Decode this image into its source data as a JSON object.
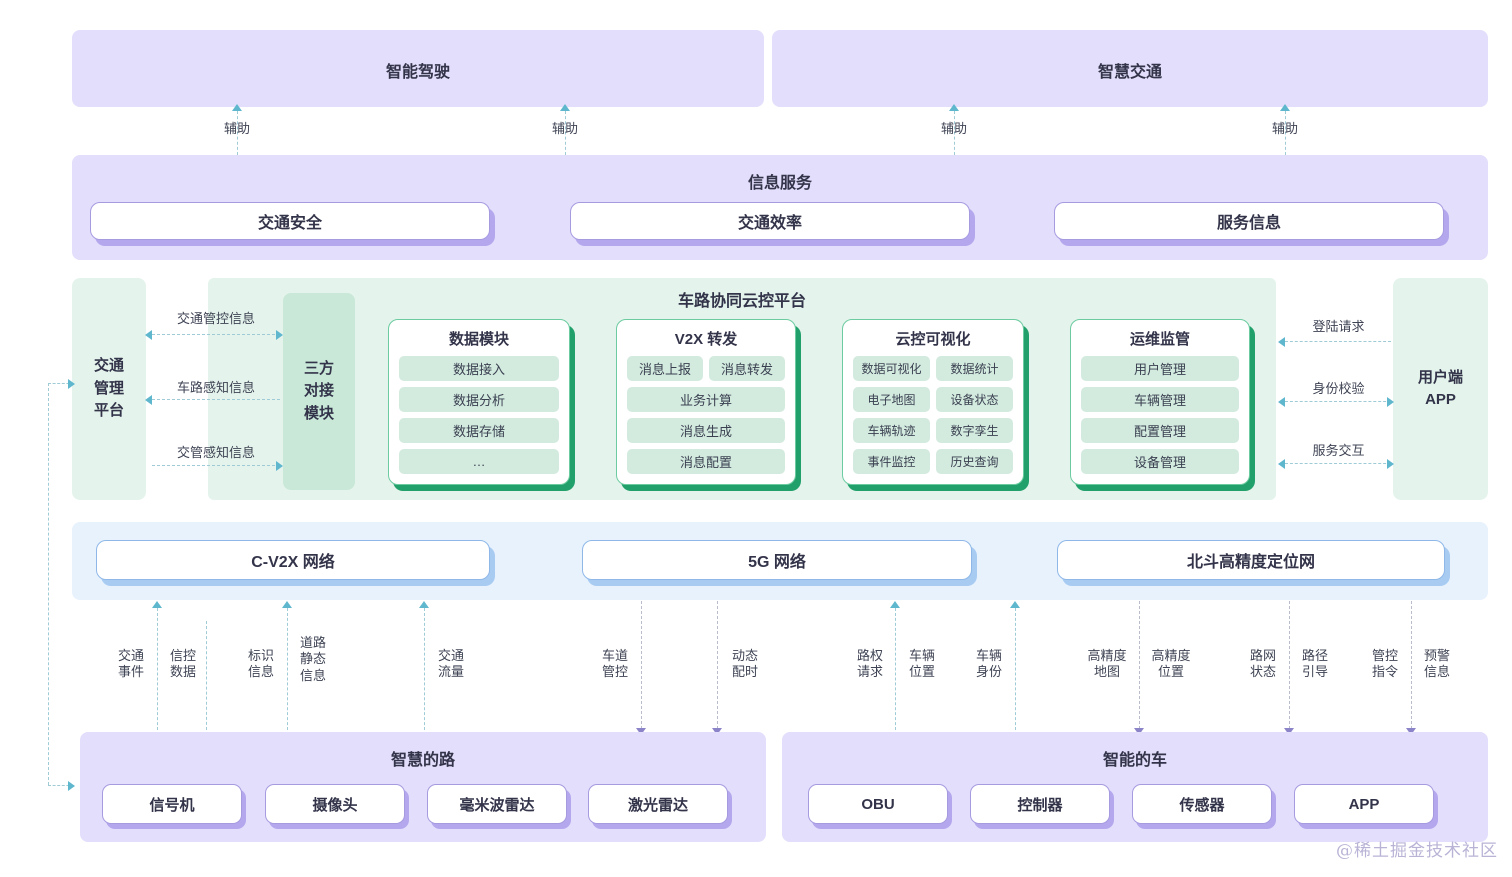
{
  "top_apps": [
    {
      "label": "智能驾驶"
    },
    {
      "label": "智慧交通"
    }
  ],
  "assist_labels": [
    "辅助",
    "辅助",
    "辅助",
    "辅助"
  ],
  "info_service": {
    "title": "信息服务",
    "items": [
      {
        "label": "交通安全"
      },
      {
        "label": "交通效率"
      },
      {
        "label": "服务信息"
      }
    ]
  },
  "cloud_platform": {
    "title": "车路协同云控平台",
    "left_column": {
      "label": "交通\n管理\n平台"
    },
    "adapter": {
      "label": "三方\n对接\n模块"
    },
    "right_column": {
      "label": "用户端\nAPP"
    },
    "left_links": [
      {
        "label": "交通管控信息",
        "direction": "both"
      },
      {
        "label": "车路感知信息",
        "direction": "left"
      },
      {
        "label": "交管感知信息",
        "direction": "right"
      }
    ],
    "right_links": [
      {
        "label": "登陆请求",
        "direction": "left"
      },
      {
        "label": "身份校验",
        "direction": "both"
      },
      {
        "label": "服务交互",
        "direction": "both"
      }
    ],
    "modules": [
      {
        "title": "数据模块",
        "rows": [
          [
            "数据接入"
          ],
          [
            "数据分析"
          ],
          [
            "数据存储"
          ],
          [
            "…"
          ]
        ]
      },
      {
        "title": "V2X 转发",
        "rows": [
          [
            "消息上报",
            "消息转发"
          ],
          [
            "业务计算"
          ],
          [
            "消息生成"
          ],
          [
            "消息配置"
          ]
        ]
      },
      {
        "title": "云控可视化",
        "rows": [
          [
            "数据可视化",
            "数据统计"
          ],
          [
            "电子地图",
            "设备状态"
          ],
          [
            "车辆轨迹",
            "数字孪生"
          ],
          [
            "事件监控",
            "历史查询"
          ]
        ]
      },
      {
        "title": "运维监管",
        "rows": [
          [
            "用户管理"
          ],
          [
            "车辆管理"
          ],
          [
            "配置管理"
          ],
          [
            "设备管理"
          ]
        ]
      }
    ]
  },
  "network_layer": {
    "items": [
      {
        "label": "C-V2X 网络"
      },
      {
        "label": "5G 网络"
      },
      {
        "label": "北斗高精度定位网"
      }
    ]
  },
  "flow_labels": [
    {
      "label": "交通\n事件",
      "direction": "up"
    },
    {
      "label": "信控\n数据",
      "direction": "up"
    },
    {
      "label": "标识\n信息",
      "direction": "up"
    },
    {
      "label": "道路\n静态\n信息",
      "direction": "up"
    },
    {
      "label": "交通\n流量",
      "direction": "up"
    },
    {
      "label": "车道\n管控",
      "direction": "down"
    },
    {
      "label": "动态\n配时",
      "direction": "down"
    },
    {
      "label": "路权\n请求",
      "direction": "up"
    },
    {
      "label": "车辆\n位置",
      "direction": "up"
    },
    {
      "label": "车辆\n身份",
      "direction": "up"
    },
    {
      "label": "高精度\n地图",
      "direction": "down"
    },
    {
      "label": "高精度\n位置",
      "direction": "down"
    },
    {
      "label": "路网\n状态",
      "direction": "down"
    },
    {
      "label": "路径\n引导",
      "direction": "down"
    },
    {
      "label": "管控\n指令",
      "direction": "down"
    },
    {
      "label": "预警\n信息",
      "direction": "down"
    }
  ],
  "smart_road": {
    "title": "智慧的路",
    "items": [
      {
        "label": "信号机"
      },
      {
        "label": "摄像头"
      },
      {
        "label": "毫米波雷达"
      },
      {
        "label": "激光雷达"
      }
    ]
  },
  "smart_vehicle": {
    "title": "智能的车",
    "items": [
      {
        "label": "OBU"
      },
      {
        "label": "控制器"
      },
      {
        "label": "传感器"
      },
      {
        "label": "APP"
      }
    ]
  },
  "watermark": {
    "label": "@稀土掘金技术社区"
  },
  "colors": {
    "purple_band": "#E3DEFB",
    "green_band": "#E4F4EC",
    "blue_band": "#E7F2FD",
    "green_accent": "#22A06B",
    "purple_accent": "#B4A7EE",
    "blue_accent": "#A8CBF2",
    "arrow_up": "#5FB7CE",
    "arrow_down": "#8C84C8"
  }
}
